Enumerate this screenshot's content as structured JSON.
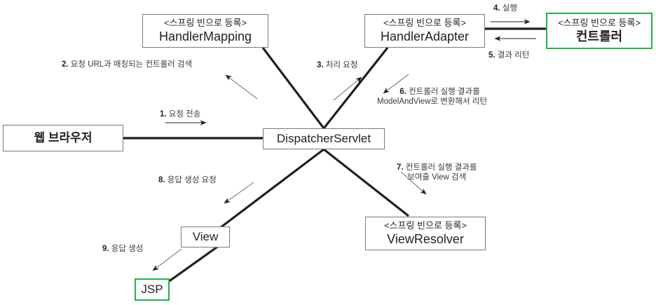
{
  "diagram": {
    "title": "Spring MVC DispatcherServlet Request Flow",
    "colors": {
      "accent_green": "#22b14c",
      "box_border": "#7a7a7a",
      "line": "#231f20",
      "text": "#231f20",
      "label_text": "#3b3b3b"
    },
    "stereotype": "<스프링 빈으로 등록>",
    "nodes": [
      {
        "id": "browser",
        "title": "웹 브라우저",
        "stereotype": "",
        "green": false
      },
      {
        "id": "handlermap",
        "title": "HandlerMapping",
        "stereotype": "<스프링 빈으로 등록>",
        "green": false
      },
      {
        "id": "handleradp",
        "title": "HandlerAdapter",
        "stereotype": "<스프링 빈으로 등록>",
        "green": false
      },
      {
        "id": "controller",
        "title": "컨트롤러",
        "stereotype": "<스프링 빈으로 등록>",
        "green": true
      },
      {
        "id": "dispatcher",
        "title": "DispatcherServlet",
        "stereotype": "",
        "green": false
      },
      {
        "id": "view",
        "title": "View",
        "stereotype": "",
        "green": false
      },
      {
        "id": "viewresolver",
        "title": "ViewResolver",
        "stereotype": "<스프링 빈으로 등록>",
        "green": false
      },
      {
        "id": "jsp",
        "title": "JSP",
        "stereotype": "",
        "green": true
      }
    ],
    "steps": [
      {
        "num": "1.",
        "line1": "요청 전송",
        "line2": ""
      },
      {
        "num": "2.",
        "line1": "요청 URL과 매칭되는 컨트롤러 검색",
        "line2": ""
      },
      {
        "num": "3.",
        "line1": "처리 요청",
        "line2": ""
      },
      {
        "num": "4.",
        "line1": "실행",
        "line2": ""
      },
      {
        "num": "5.",
        "line1": "결과 리턴",
        "line2": ""
      },
      {
        "num": "6.",
        "line1": "컨트롤러 실행 결과를",
        "line2": "ModelAndView로 변환해서 리턴"
      },
      {
        "num": "7.",
        "line1": "컨트롤러 실행 결과를",
        "line2": "보여줄 View 검색"
      },
      {
        "num": "8.",
        "line1": "응답 생성 요청",
        "line2": ""
      },
      {
        "num": "9.",
        "line1": "응답 생성",
        "line2": ""
      }
    ]
  }
}
